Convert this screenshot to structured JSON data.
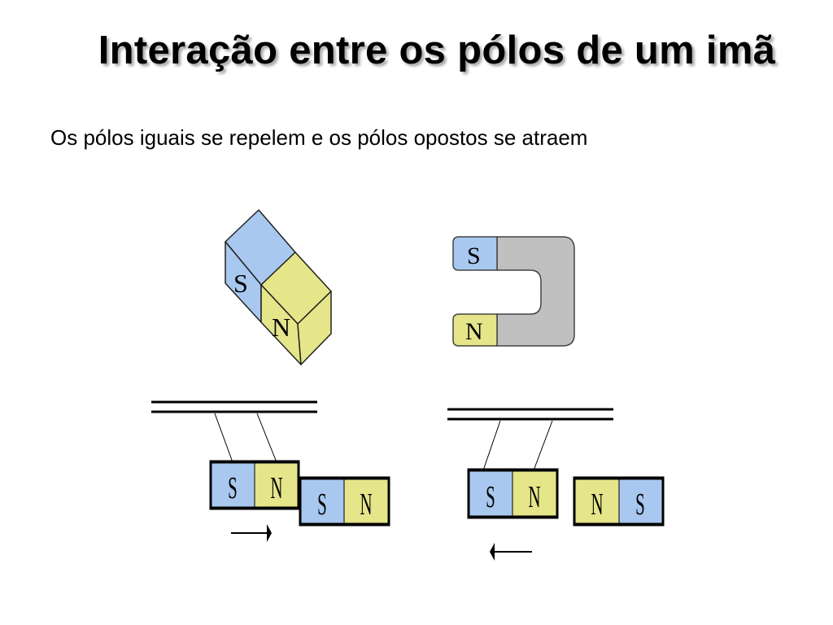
{
  "slide": {
    "title": "Interação entre os pólos de um imã",
    "subtitle": "Os pólos iguais se repelem e os pólos opostos se atraem"
  },
  "colors": {
    "south": "#a8c8ef",
    "north": "#e5e58a",
    "horseshoe_body": "#c0c0c0"
  },
  "bar_magnet": {
    "labels": [
      "S",
      "N"
    ]
  },
  "horseshoe_magnet": {
    "labels": [
      "S",
      "N"
    ]
  },
  "attraction": {
    "hanging_magnet": [
      "S",
      "N"
    ],
    "other_magnet": [
      "S",
      "N"
    ],
    "arrow": "right-arrow"
  },
  "repulsion": {
    "hanging_magnet": [
      "S",
      "N"
    ],
    "other_magnet": [
      "N",
      "S"
    ],
    "arrow": "left-arrow"
  }
}
